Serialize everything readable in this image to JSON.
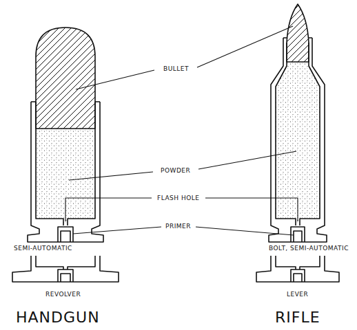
{
  "diagram": {
    "labels": [
      "BULLET",
      "POWDER",
      "FLASH HOLE",
      "PRIMER",
      "SEMI-AUTOMATIC",
      "REVOLVER",
      "BOLT, SEMI-AUTOMATIC",
      "LEVER",
      "HANDGUN",
      "RIFLE"
    ]
  }
}
